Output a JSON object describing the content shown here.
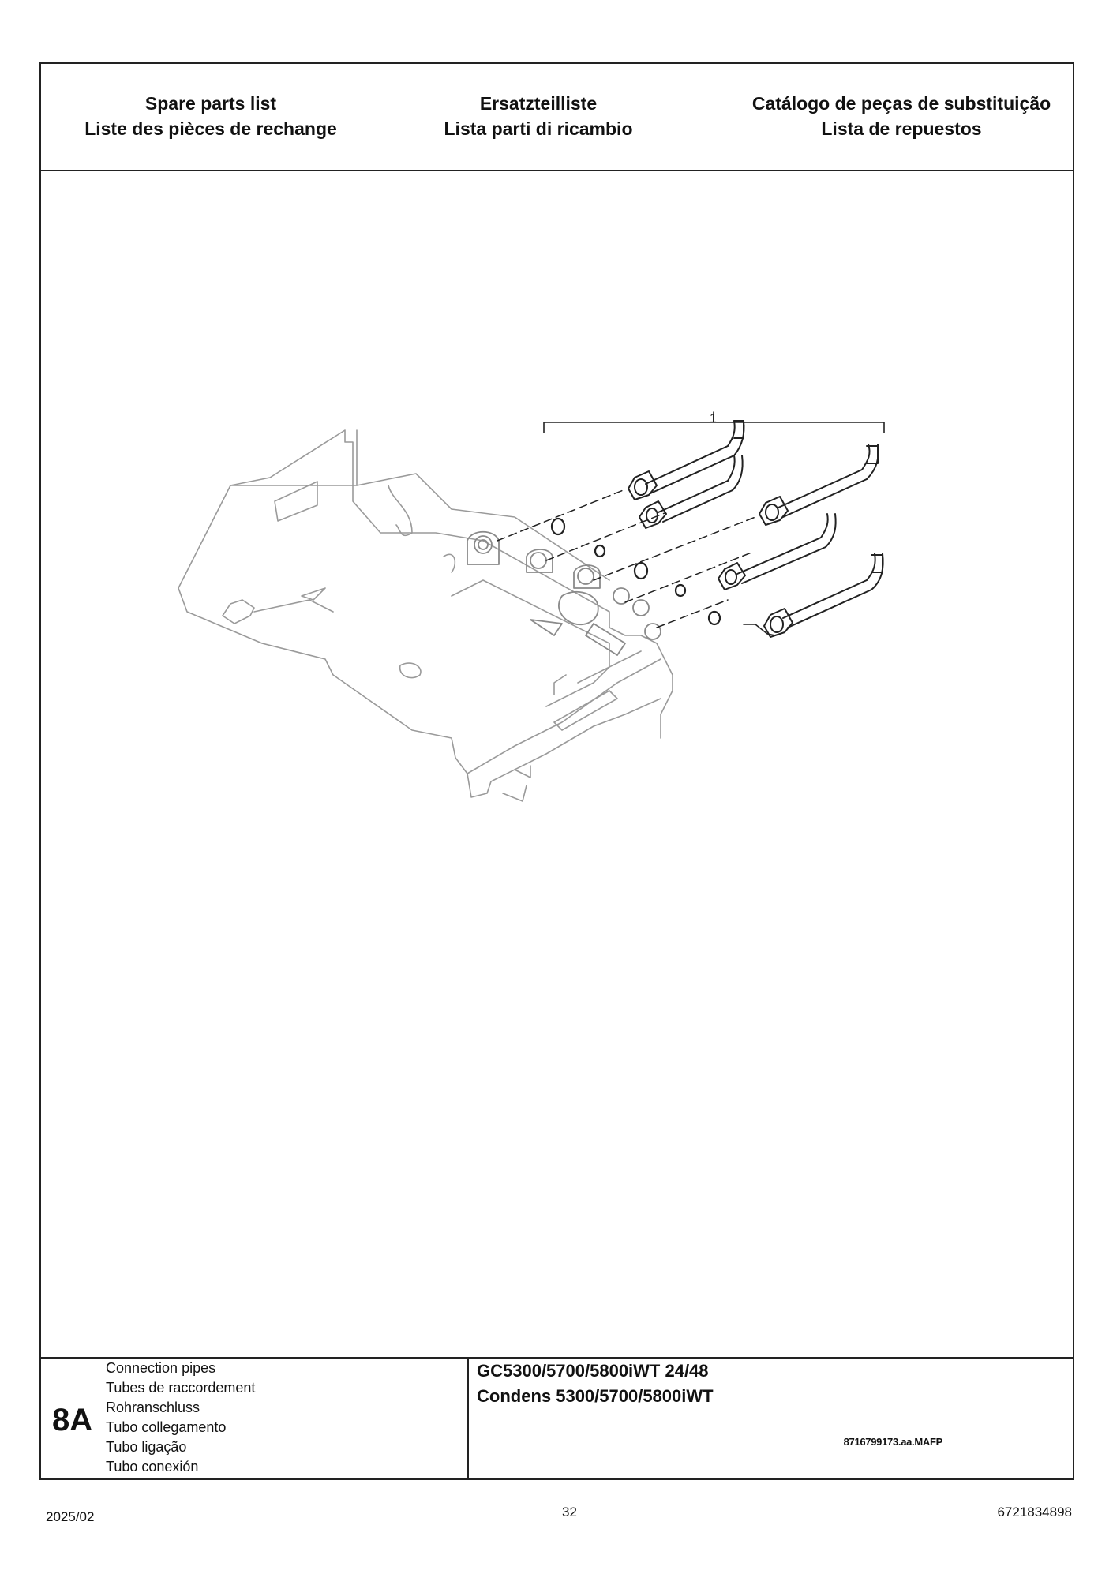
{
  "header": {
    "col1": [
      "Spare parts list",
      "Liste des pièces de rechange"
    ],
    "col2": [
      "Ersatzteilliste",
      "Lista parti di ricambio"
    ],
    "col3": [
      "Catálogo de peças de substituição",
      "Lista de repuestos"
    ]
  },
  "drawing": {
    "callout": "1",
    "drawing_id": "8716799173.aa.MAFP"
  },
  "footer": {
    "section_number": "8A",
    "section_names": [
      "Connection pipes",
      "Tubes de raccordement",
      "Rohranschluss",
      "Tubo collegamento",
      "Tubo ligação",
      "Tubo conexión"
    ],
    "models": [
      "GC5300/5700/5800iWT 24/48",
      "Condens 5300/5700/5800iWT"
    ]
  },
  "page_footer": {
    "date": "2025/02",
    "page_number": "32",
    "document_number": "6721834898"
  }
}
